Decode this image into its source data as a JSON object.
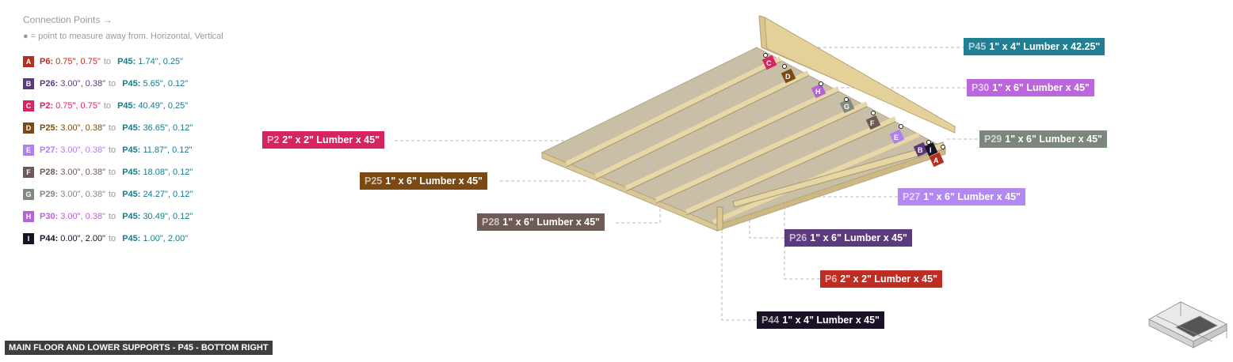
{
  "legend": {
    "title": "Connection Points →",
    "subtitle": "● = point to measure away from. Horizontal, Vertical",
    "rows": [
      {
        "letter": "A",
        "color": "#b52e23",
        "from_id": "P6:",
        "from_val": "0.75\", 0.75\"",
        "sep": "to",
        "to_id": "P45:",
        "to_val": "1.74\", 0.25\""
      },
      {
        "letter": "B",
        "color": "#5a3a7c",
        "from_id": "P26:",
        "from_val": "3.00\", 0.38\"",
        "sep": "to",
        "to_id": "P45:",
        "to_val": "5.65\", 0.12\""
      },
      {
        "letter": "C",
        "color": "#d6255f",
        "from_id": "P2:",
        "from_val": "0.75\", 0.75\"",
        "sep": "to",
        "to_id": "P45:",
        "to_val": "40.49\", 0.25\""
      },
      {
        "letter": "D",
        "color": "#7a4a16",
        "from_id": "P25:",
        "from_val": "3.00\", 0.38\"",
        "sep": "to",
        "to_id": "P45:",
        "to_val": "36.65\", 0.12\""
      },
      {
        "letter": "E",
        "color": "#b07ef2",
        "from_id": "P27:",
        "from_val": "3.00\", 0.38\"",
        "sep": "to",
        "to_id": "P45:",
        "to_val": "11.87\", 0.12\""
      },
      {
        "letter": "F",
        "color": "#6e5a55",
        "from_id": "P28:",
        "from_val": "3.00\", 0.38\"",
        "sep": "to",
        "to_id": "P45:",
        "to_val": "18.08\", 0.12\""
      },
      {
        "letter": "G",
        "color": "#7e8a7c",
        "from_id": "P29:",
        "from_val": "3.00\", 0.38\"",
        "sep": "to",
        "to_id": "P45:",
        "to_val": "24.27\", 0.12\""
      },
      {
        "letter": "H",
        "color": "#b563d8",
        "from_id": "P30:",
        "from_val": "3.00\", 0.38\"",
        "sep": "to",
        "to_id": "P45:",
        "to_val": "30.49\", 0.12\""
      },
      {
        "letter": "I",
        "color": "#1a1228",
        "from_id": "P44:",
        "from_val": "0.00\", 2.00\"",
        "sep": "to",
        "to_id": "P45:",
        "to_val": "1.00\", 2.00\""
      }
    ]
  },
  "callouts": [
    {
      "key": "p45",
      "id": "P45",
      "text": "1\" x 4\" Lumber  x 42.25\"",
      "color": "#1f7f95"
    },
    {
      "key": "p30",
      "id": "P30",
      "text": "1\" x 6\" Lumber x 45\"",
      "color": "#bb66dd"
    },
    {
      "key": "p29",
      "id": "P29",
      "text": "1\" x 6\" Lumber x 45\"",
      "color": "#7c877b"
    },
    {
      "key": "p2",
      "id": "P2",
      "text": "2\" x 2\" Lumber x 45\"",
      "color": "#d7245e"
    },
    {
      "key": "p25",
      "id": "P25",
      "text": "1\" x 6\" Lumber x 45\"",
      "color": "#7b4a14"
    },
    {
      "key": "p27",
      "id": "P27",
      "text": "1\" x 6\" Lumber x 45\"",
      "color": "#b388f4"
    },
    {
      "key": "p28",
      "id": "P28",
      "text": "1\" x 6\" Lumber x 45\"",
      "color": "#6f5b55"
    },
    {
      "key": "p26",
      "id": "P26",
      "text": "1\" x 6\" Lumber x 45\"",
      "color": "#5b3a7e"
    },
    {
      "key": "p6",
      "id": "P6",
      "text": "2\" x 2\" Lumber x 45\"",
      "color": "#bf2d22"
    },
    {
      "key": "p44",
      "id": "P44",
      "text": "1\" x 4\" Lumber  x 45\"",
      "color": "#1b1228"
    }
  ],
  "view_label": "MAIN FLOOR AND LOWER SUPPORTS - P45 - BOTTOM RIGHT",
  "colors": {
    "wood": "#ecdba7",
    "wood_dark": "#cdb882",
    "panel": "#bcb09a"
  }
}
